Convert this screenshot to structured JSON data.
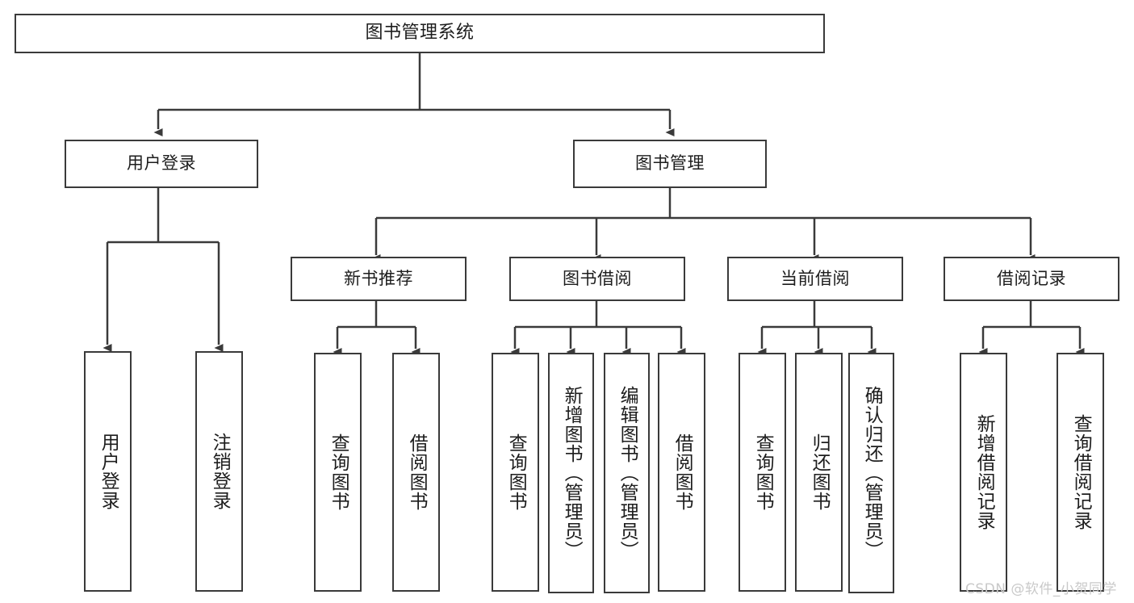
{
  "diagram": {
    "title": "图书管理系统",
    "type": "tree-hierarchy-diagram",
    "background_color": "#ffffff",
    "stroke_color": "#3a3a3a",
    "text_color": "#1d1d1d"
  },
  "nodes": {
    "root": {
      "label": "图书管理系统"
    },
    "level2": [
      {
        "label": "用户登录"
      },
      {
        "label": "图书管理"
      }
    ],
    "level3": [
      {
        "label": "新书推荐"
      },
      {
        "label": "图书借阅"
      },
      {
        "label": "当前借阅"
      },
      {
        "label": "借阅记录"
      }
    ],
    "leaves": [
      {
        "label": "用户登录"
      },
      {
        "label": "注销登录"
      },
      {
        "label": "查询图书"
      },
      {
        "label": "借阅图书"
      },
      {
        "label": "查询图书"
      },
      {
        "label": "新增图书（管理员）"
      },
      {
        "label": "编辑图书（管理员）"
      },
      {
        "label": "借阅图书"
      },
      {
        "label": "查询图书"
      },
      {
        "label": "归还图书"
      },
      {
        "label": "确认归还（管理员）"
      },
      {
        "label": "新增借阅记录"
      },
      {
        "label": "查询借阅记录"
      }
    ]
  },
  "watermark": {
    "text": "CSDN @软件_小贺同学",
    "color": "#c9c9c9"
  }
}
